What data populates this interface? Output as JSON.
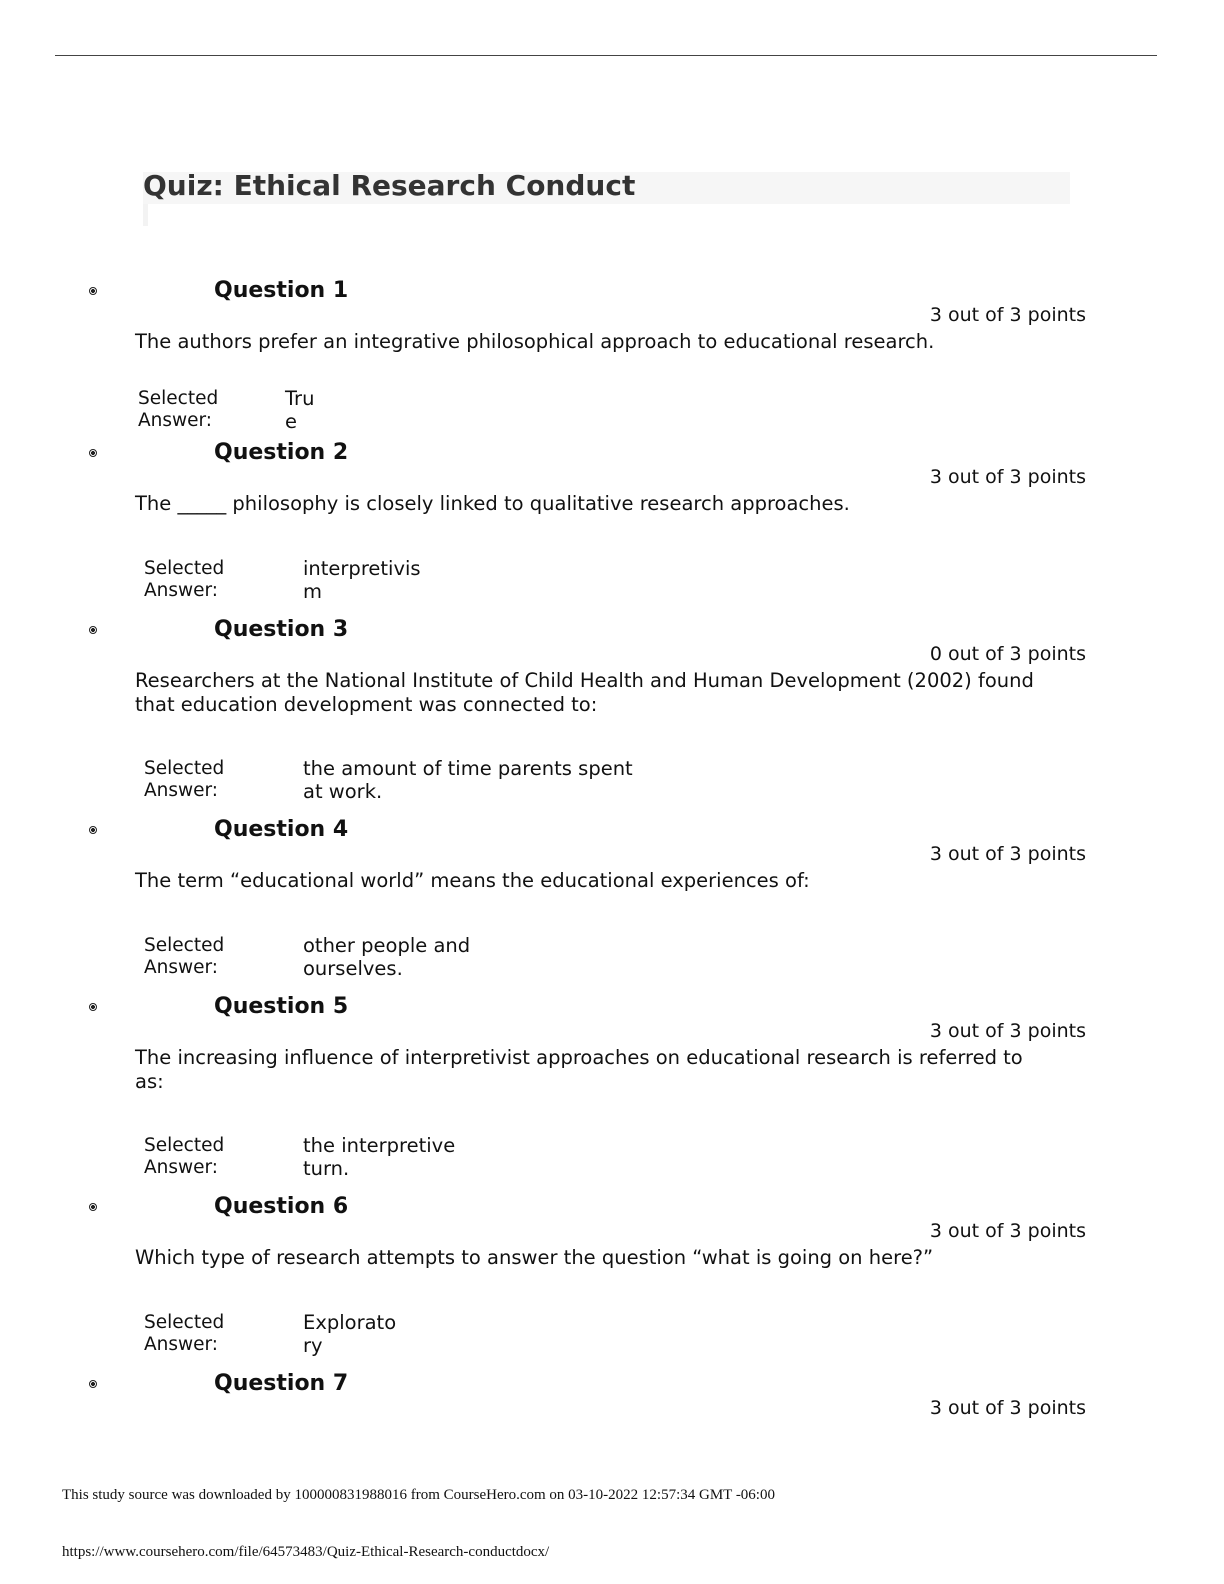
{
  "title": "Quiz: Ethical Research Conduct",
  "selected_label": "Selected\nAnswer:",
  "questions": [
    {
      "heading": "Question 1",
      "points": "3 out of 3 points",
      "text": "The authors prefer an integrative philosophical approach to educational research.",
      "answer": "Tru\ne"
    },
    {
      "heading": "Question 2",
      "points": "3 out of 3 points",
      "text": "The _____ philosophy is closely linked to qualitative research approaches.",
      "answer": "interpretivis\nm"
    },
    {
      "heading": "Question 3",
      "points": "0 out of 3 points",
      "text": "Researchers at the National Institute of Child Health and Human Development (2002) found that education development was connected to:",
      "answer": "the amount of time parents spent\nat work."
    },
    {
      "heading": "Question 4",
      "points": "3 out of 3 points",
      "text": "The term “educational world” means the educational experiences of:",
      "answer": "other people and\nourselves."
    },
    {
      "heading": "Question 5",
      "points": "3 out of 3 points",
      "text": "The increasing influence of interpretivist approaches on educational research is referred to as:",
      "answer": "the interpretive\nturn."
    },
    {
      "heading": "Question 6",
      "points": "3 out of 3 points",
      "text": "Which type of research attempts to answer the question “what is going on here?”",
      "answer": "Explorato\nry"
    },
    {
      "heading": "Question 7",
      "points": "3 out of 3 points"
    }
  ],
  "footer": {
    "download_note": "This study source was downloaded by 100000831988016 from CourseHero.com on 03-10-2022 12:57:34 GMT -06:00",
    "url": "https://www.coursehero.com/file/64573483/Quiz-Ethical-Research-conductdocx/"
  }
}
